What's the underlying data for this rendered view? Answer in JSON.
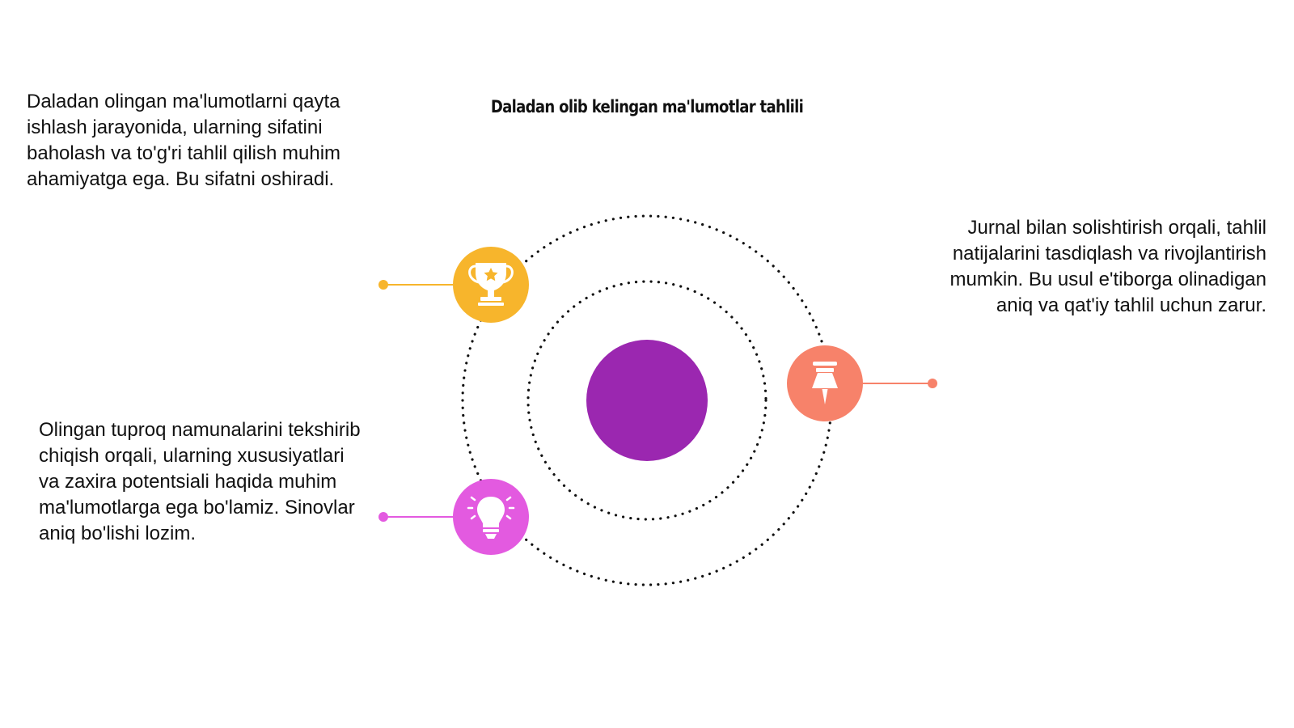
{
  "title": "Daladan olib kelingan ma'lumotlar tahlili",
  "blocks": {
    "top_left": "Daladan olingan ma'lumotlarni qayta ishlash jarayonida, ularning sifatini baholash va to'g'ri tahlil qilish muhim ahamiyatga ega. Bu sifatni oshiradi.",
    "bottom_left": "Olingan tuproq namunalarini tekshirib chiqish orqali, ularning xususiyatlari va zaxira potentsiali haqida muhim ma'lumotlarga ega bo'lamiz. Sinovlar aniq bo'lishi lozim.",
    "right": "Jurnal bilan solishtirish orqali, tahlil natijalarini tasdiqlash va rivojlantirish mumkin. Bu usul e'tiborga olinadigan aniq va qat'iy tahlil uchun zarur."
  },
  "nodes": [
    {
      "icon": "trophy-icon",
      "color": "#f7b52c",
      "icon_color": "#ffffff"
    },
    {
      "icon": "pushpin-icon",
      "color": "#f7826a",
      "icon_color": "#ffffff"
    },
    {
      "icon": "lightbulb-icon",
      "color": "#e35ae0",
      "icon_color": "#ffffff"
    }
  ],
  "colors": {
    "center": "#9b27b0",
    "orbit": "#111111",
    "background": "#ffffff"
  }
}
